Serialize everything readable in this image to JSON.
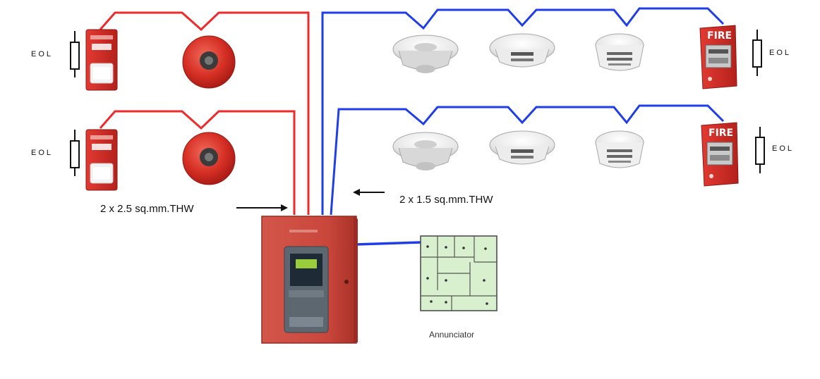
{
  "labels": {
    "eol": "EOL",
    "cable_notification": "2 x 2.5 sq.mm.THW",
    "cable_initiating": "2 x 1.5 sq.mm.THW",
    "annunciator": "Annunciator",
    "pull_station": "FIRE"
  },
  "colors": {
    "notification_wire": "#ee2a2a",
    "initiating_wire": "#1f3ee8",
    "device_red": "#d42424",
    "panel_red": "#cf4a3e",
    "annunciator_green": "#d9f0cf"
  },
  "icons": {
    "horn_strobe": "horn-strobe-icon",
    "bell": "fire-bell-icon",
    "smoke_detector": "smoke-detector-icon",
    "heat_detector": "heat-detector-icon",
    "pull_station": "manual-pull-station-icon",
    "resistor": "end-of-line-resistor-icon",
    "panel": "fire-alarm-control-panel-icon",
    "annunciator": "annunciator-panel-icon"
  }
}
